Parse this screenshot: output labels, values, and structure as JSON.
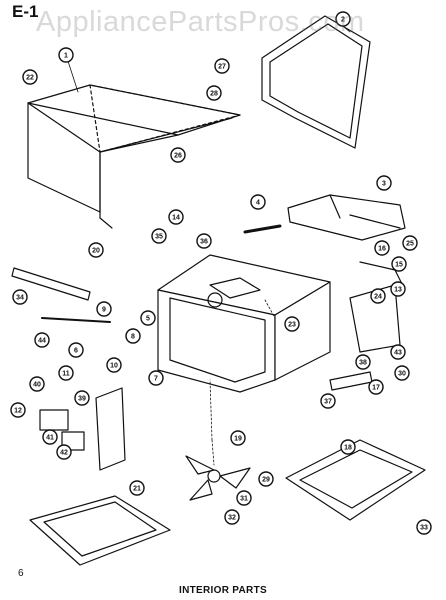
{
  "sheet_id": "E-1",
  "watermark": "AppliancePartsPros.com",
  "page_number": "6",
  "caption": "INTERIOR PARTS",
  "callouts": [
    "1",
    "2",
    "3",
    "4",
    "5",
    "6",
    "7",
    "8",
    "9",
    "10",
    "11",
    "12",
    "13",
    "14",
    "15",
    "16",
    "17",
    "18",
    "19",
    "20",
    "21",
    "22",
    "23",
    "24",
    "25",
    "26",
    "27",
    "28",
    "29",
    "30",
    "31",
    "32",
    "33",
    "34",
    "35",
    "36",
    "37",
    "38",
    "39",
    "40",
    "41",
    "42",
    "43",
    "44"
  ]
}
